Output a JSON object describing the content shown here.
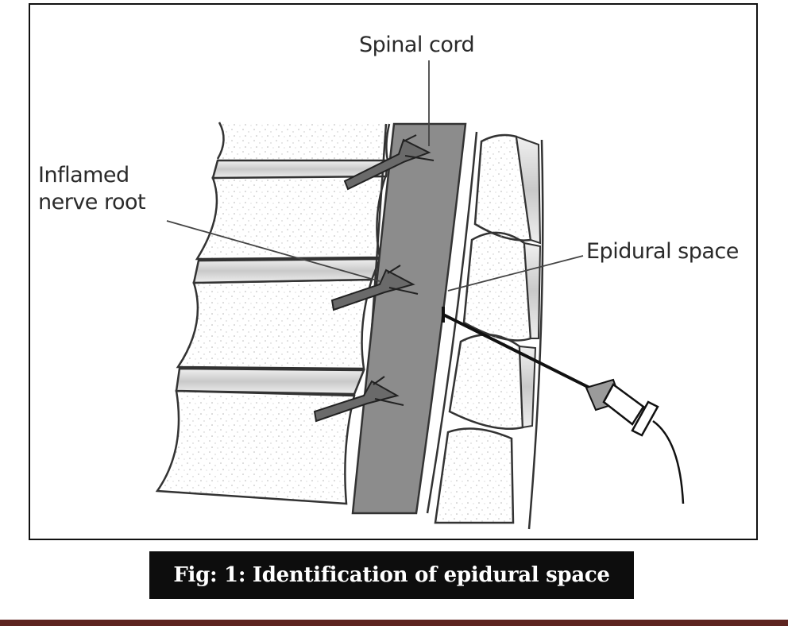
{
  "figure": {
    "labels": {
      "spinal_cord": "Spinal cord",
      "inflamed_nerve_root_line1": "Inflamed",
      "inflamed_nerve_root_line2": "nerve root",
      "epidural_space": "Epidural space"
    }
  },
  "caption": {
    "text": "Fig: 1: Identification of epidural space"
  },
  "colors": {
    "spinal_cord_fill": "#8c8c8c",
    "caption_background": "#0d0d0d",
    "bottom_rule": "#5e2420"
  }
}
